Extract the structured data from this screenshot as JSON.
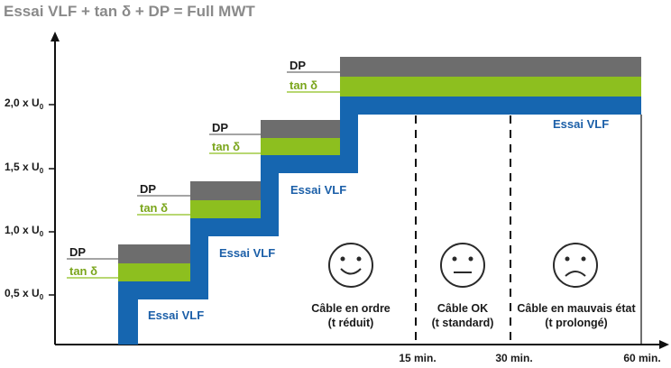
{
  "title": "Essai VLF + tan δ + DP = Full MWT",
  "colors": {
    "dp": "#6d6d6d",
    "tan": "#8dbf1f",
    "vlf": "#1666b0",
    "vlf_text": "#1b5fa8",
    "tan_text": "#7aa51b",
    "axis": "#111111",
    "text": "#1a1a1a",
    "title": "#8a8a8a"
  },
  "y_axis": {
    "ticks": [
      {
        "main": "0,5 x U",
        "sub": "0"
      },
      {
        "main": "1,0 x U",
        "sub": "0"
      },
      {
        "main": "1,5 x U",
        "sub": "0"
      },
      {
        "main": "2,0 x U",
        "sub": "0"
      }
    ]
  },
  "x_axis": {
    "ticks": [
      "15 min.",
      "30 min.",
      "60 min."
    ]
  },
  "steps": [
    {
      "dp_label": "DP",
      "tan_label": "tan δ",
      "vlf_label": "Essai VLF"
    },
    {
      "dp_label": "DP",
      "tan_label": "tan δ",
      "vlf_label": "Essai VLF"
    },
    {
      "dp_label": "DP",
      "tan_label": "tan δ",
      "vlf_label": "Essai VLF"
    },
    {
      "dp_label": "DP",
      "tan_label": "tan δ",
      "vlf_label": "Essai VLF"
    }
  ],
  "outcomes": [
    {
      "face": "happy-face-icon",
      "line1": "Câble en ordre",
      "line2": "(t réduit)"
    },
    {
      "face": "neutral-face-icon",
      "line1": "Câble OK",
      "line2": "(t standard)"
    },
    {
      "face": "sad-face-icon",
      "line1": "Câble en mauvais état",
      "line2": "(t prolongé)"
    }
  ]
}
